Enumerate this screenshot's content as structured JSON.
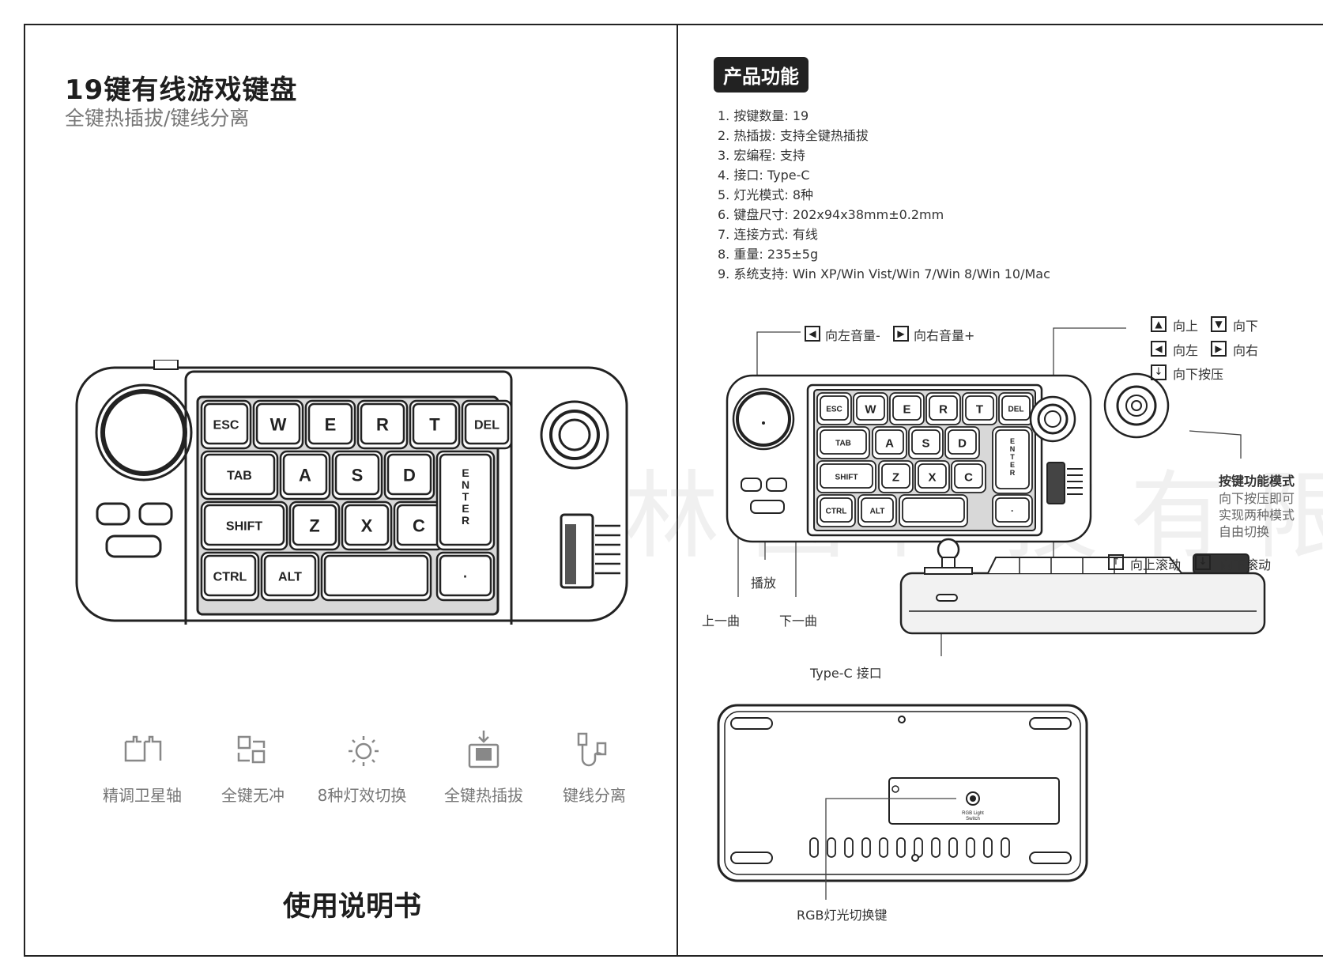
{
  "left_page": {
    "title": "19键有线游戏键盘",
    "subtitle": "全键热插拔/键线分离",
    "keyboard_keys": {
      "row1": [
        "ESC",
        "W",
        "E",
        "R",
        "T",
        "DEL"
      ],
      "row2": [
        "TAB",
        "A",
        "S",
        "D"
      ],
      "row3": [
        "SHIFT",
        "Z",
        "X",
        "C"
      ],
      "row4": [
        "CTRL",
        "ALT",
        "·"
      ],
      "enter": "ENTER"
    },
    "features": [
      {
        "icon": "switch-axis-icon",
        "label": "精调卫星轴"
      },
      {
        "icon": "anti-ghosting-icon",
        "label": "全键无冲"
      },
      {
        "icon": "sun-light-icon",
        "label": "8种灯效切换"
      },
      {
        "icon": "hot-swap-icon",
        "label": "全键热插拔"
      },
      {
        "icon": "cable-icon",
        "label": "键线分离"
      }
    ],
    "manual_label": "使用说明书"
  },
  "right_page": {
    "badge": "产品功能",
    "specs": [
      "1. 按键数量: 19",
      "2. 热插拔: 支持全键热插拔",
      "3. 宏编程: 支持",
      "4. 接口: Type-C",
      "5. 灯光模式: 8种",
      "6. 键盘尺寸: 202x94x38mm±0.2mm",
      "7. 连接方式: 有线",
      "8. 重量: 235±5g",
      "9. 系统支持: Win XP/Win Vist/Win 7/Win 8/Win 10/Mac"
    ],
    "annotations": {
      "vol_left": "向左音量-",
      "vol_right": "向右音量+",
      "up": "向上",
      "down": "向下",
      "left": "向左",
      "right": "向右",
      "press": "向下按压",
      "mode_title": "按键功能模式",
      "mode_desc": [
        "向下按压即可",
        "实现两种模式",
        "自由切换"
      ],
      "scroll_up": "向上滚动",
      "scroll_down": "向下滚动",
      "play": "播放",
      "prev": "上一曲",
      "next": "下一曲",
      "typec": "Type-C 接口",
      "rgb_switch": "RGB灯光切换键",
      "rgb_small": [
        "RGB Light",
        "Switch"
      ]
    },
    "small_keys": {
      "row1": [
        "ESC",
        "W",
        "E",
        "R",
        "T",
        "DEL"
      ],
      "row2": [
        "TAB",
        "A",
        "S",
        "D"
      ],
      "row3": [
        "SHIFT",
        "Z",
        "X",
        "C"
      ],
      "row4": [
        "CTRL",
        "ALT",
        "·"
      ],
      "enter": "ENTER"
    }
  },
  "watermark": "深圳市森林图科技有限公司"
}
